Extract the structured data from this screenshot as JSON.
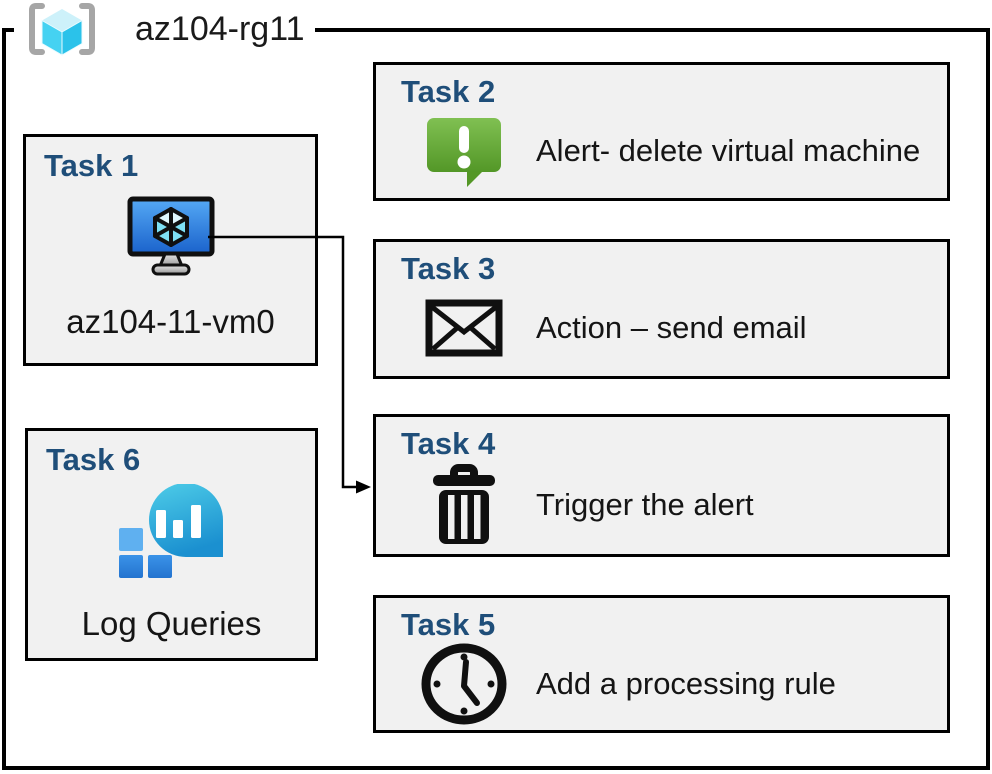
{
  "resource_group": {
    "name": "az104-rg11",
    "icon": "resource-group-icon"
  },
  "tasks": [
    {
      "title": "Task 1",
      "label": "az104-11-vm0",
      "icon": "virtual-machine-icon"
    },
    {
      "title": "Task 2",
      "label": "Alert- delete virtual machine",
      "icon": "alert-message-icon"
    },
    {
      "title": "Task 3",
      "label": "Action – send email",
      "icon": "email-icon"
    },
    {
      "title": "Task 4",
      "label": "Trigger the alert",
      "icon": "trash-icon"
    },
    {
      "title": "Task 5",
      "label": "Add a processing rule",
      "icon": "clock-icon"
    },
    {
      "title": "Task 6",
      "label": "Log Queries",
      "icon": "log-queries-icon"
    }
  ],
  "connector": {
    "from": "task1-virtual-machine",
    "to": "task4",
    "style": "elbow-arrow"
  },
  "colors": {
    "box_fill": "#f1f1f1",
    "box_border": "#000000",
    "title_blue": "#1f4e79",
    "label_text": "#151515",
    "alert_green_top": "#80c052",
    "alert_green_bottom": "#539727",
    "vm_screen_top": "#55a9f5",
    "vm_screen_bottom": "#1a62cb",
    "cube_cyan": "#45d2f2",
    "log_teal_top": "#4ecde8",
    "log_teal_bottom": "#1b90d0",
    "log_square_light": "#5fb0f0",
    "log_square_dark": "#2a7cd8",
    "bracket_gray": "#a6a6a6"
  }
}
